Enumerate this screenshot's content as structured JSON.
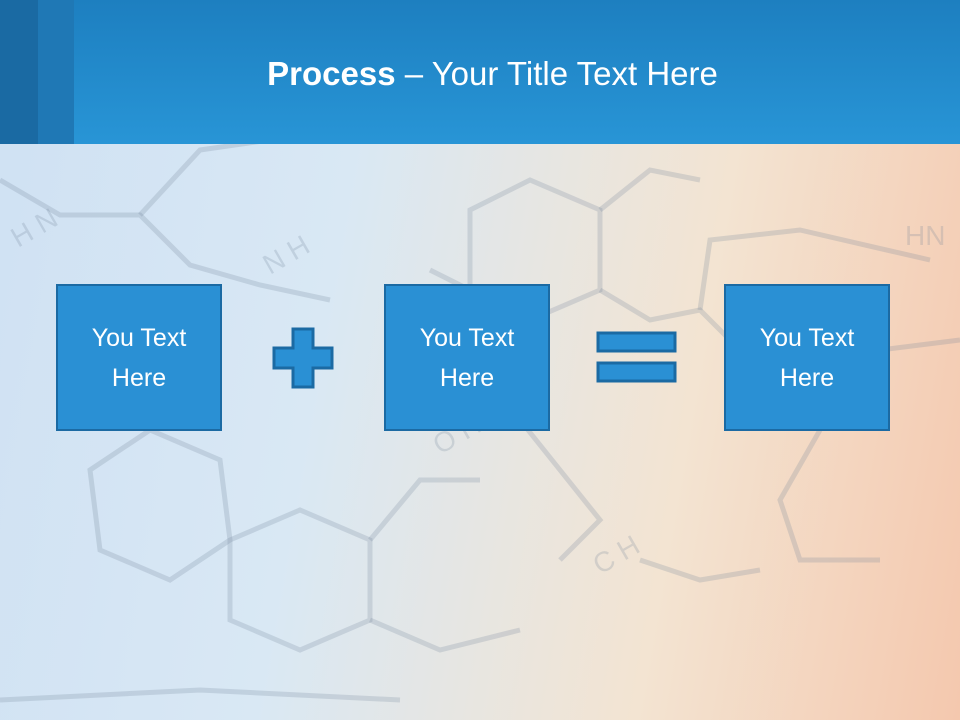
{
  "slide": {
    "title_bold": "Process",
    "title_rest": " – Your Title Text Here"
  },
  "process": {
    "boxes": [
      {
        "text": "You Text Here"
      },
      {
        "text": "You Text Here"
      },
      {
        "text": "You Text Here"
      }
    ],
    "operators": [
      "plus-icon",
      "equals-icon"
    ]
  },
  "colors": {
    "header": "#2895d6",
    "box_fill": "#2a90d4",
    "box_border": "#1b6aa3"
  }
}
